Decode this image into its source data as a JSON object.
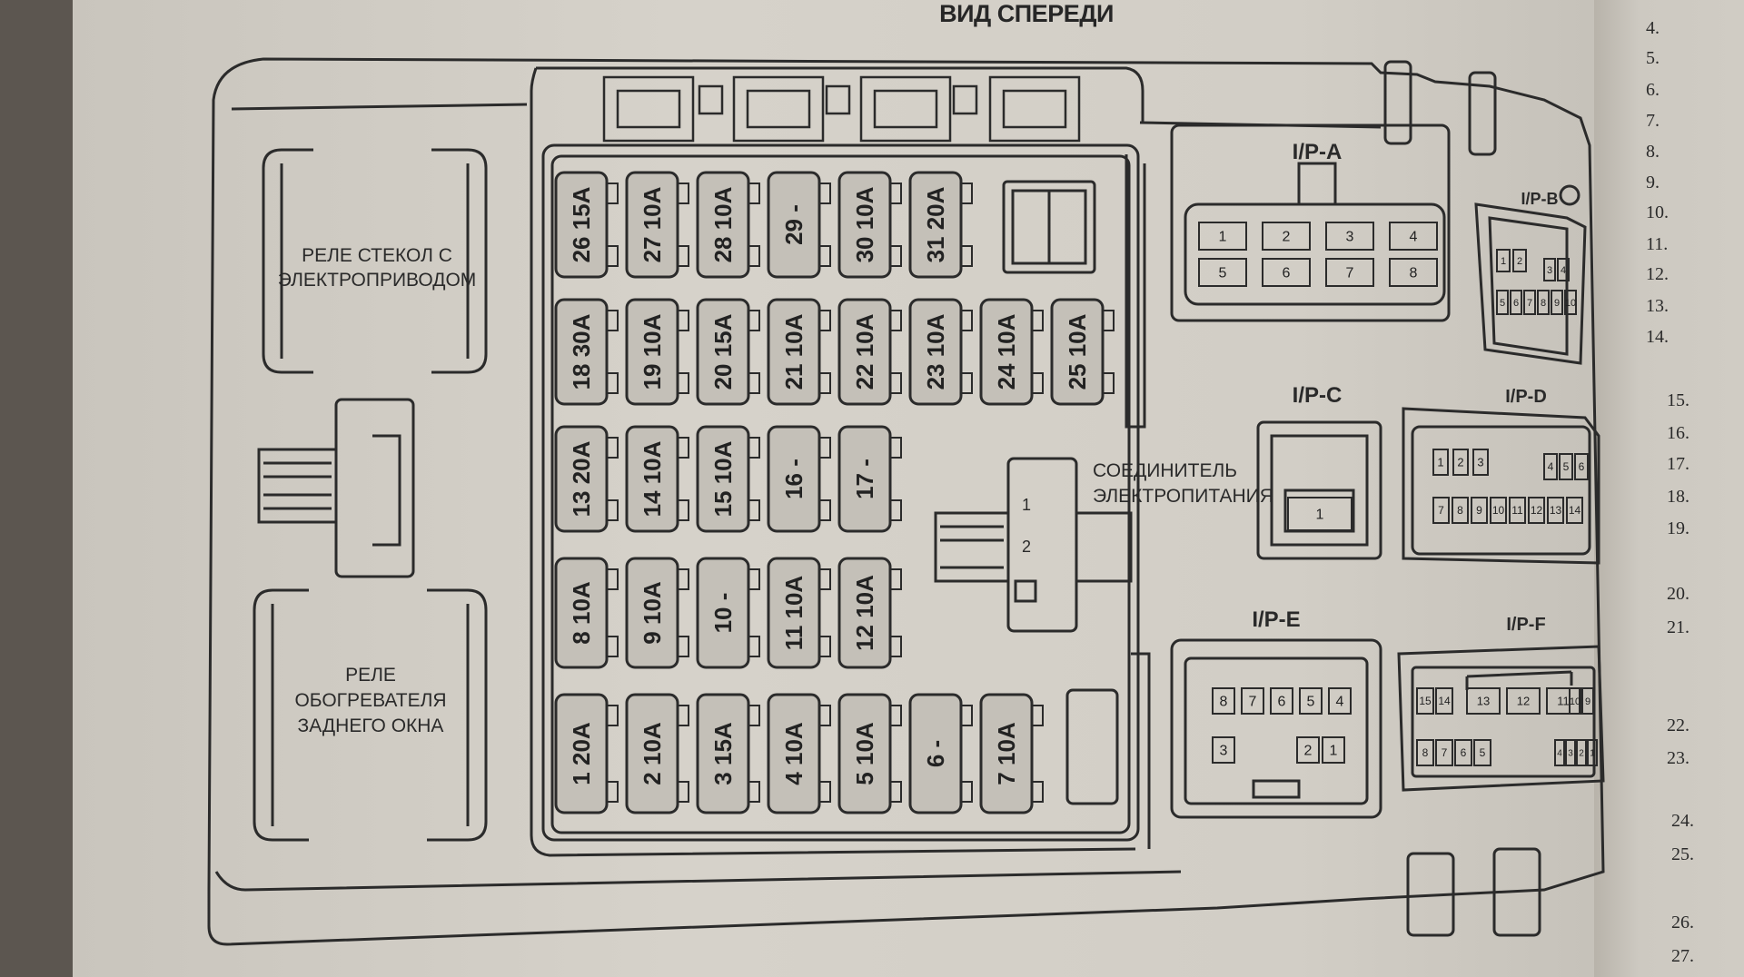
{
  "title": "ВИД СПЕРЕДИ",
  "relays": {
    "window": [
      "РЕЛЕ СТЕКОЛ С",
      "ЭЛЕКТРОПРИВОДОМ"
    ],
    "rear_heater": [
      "РЕЛЕ",
      "ОБОГРЕВАТЕЛЯ",
      "ЗАДНЕГО ОКНА"
    ]
  },
  "power_connector": {
    "label": [
      "СОЕДИНИТЕЛЬ",
      "ЭЛЕКТРОПИТАНИЯ"
    ],
    "pins": [
      "1",
      "2"
    ]
  },
  "fuses": {
    "row1": [
      {
        "num": "26",
        "rating": "15A"
      },
      {
        "num": "27",
        "rating": "10A"
      },
      {
        "num": "28",
        "rating": "10A"
      },
      {
        "num": "29",
        "rating": "-"
      },
      {
        "num": "30",
        "rating": "10A"
      },
      {
        "num": "31",
        "rating": "20A"
      }
    ],
    "row2": [
      {
        "num": "18",
        "rating": "30A"
      },
      {
        "num": "19",
        "rating": "10A"
      },
      {
        "num": "20",
        "rating": "15A"
      },
      {
        "num": "21",
        "rating": "10A"
      },
      {
        "num": "22",
        "rating": "10A"
      },
      {
        "num": "23",
        "rating": "10A"
      },
      {
        "num": "24",
        "rating": "10A"
      },
      {
        "num": "25",
        "rating": "10A"
      }
    ],
    "row3": [
      {
        "num": "13",
        "rating": "20A"
      },
      {
        "num": "14",
        "rating": "10A"
      },
      {
        "num": "15",
        "rating": "10A"
      },
      {
        "num": "16",
        "rating": "-"
      },
      {
        "num": "17",
        "rating": "-"
      }
    ],
    "row4": [
      {
        "num": "8",
        "rating": "10A"
      },
      {
        "num": "9",
        "rating": "10A"
      },
      {
        "num": "10",
        "rating": "-"
      },
      {
        "num": "11",
        "rating": "10A"
      },
      {
        "num": "12",
        "rating": "10A"
      }
    ],
    "row5": [
      {
        "num": "1",
        "rating": "20A"
      },
      {
        "num": "2",
        "rating": "10A"
      },
      {
        "num": "3",
        "rating": "15A"
      },
      {
        "num": "4",
        "rating": "10A"
      },
      {
        "num": "5",
        "rating": "10A"
      },
      {
        "num": "6",
        "rating": "-"
      },
      {
        "num": "7",
        "rating": "10A"
      }
    ]
  },
  "connectors": {
    "ipa": {
      "label": "I/P-A",
      "pins_top": [
        "1",
        "2",
        "3",
        "4"
      ],
      "pins_bottom": [
        "5",
        "6",
        "7",
        "8"
      ]
    },
    "ipb": {
      "label": "I/P-B",
      "pins_top": [
        "1",
        "2",
        "3",
        "4"
      ],
      "pins_bottom": [
        "5",
        "6",
        "7",
        "8",
        "9",
        "10"
      ]
    },
    "ipc": {
      "label": "I/P-C",
      "pins": [
        "1"
      ]
    },
    "ipd": {
      "label": "I/P-D",
      "pins_top": [
        "1",
        "2",
        "3",
        "4",
        "5",
        "6"
      ],
      "pins_bottom": [
        "7",
        "8",
        "9",
        "10",
        "11",
        "12",
        "13",
        "14"
      ]
    },
    "ipe": {
      "label": "I/P-E",
      "pins_top": [
        "8",
        "7",
        "6",
        "5",
        "4"
      ],
      "pins_bottom": [
        "3",
        "2",
        "1"
      ]
    },
    "ipf": {
      "label": "I/P-F",
      "pins_top": [
        "15",
        "14",
        "13",
        "12",
        "11",
        "10",
        "9"
      ],
      "pins_bottom": [
        "8",
        "7",
        "6",
        "5",
        "4",
        "3",
        "2",
        "1"
      ]
    }
  },
  "margin_numbers": [
    "4.",
    "5.",
    "6.",
    "7.",
    "8.",
    "9.",
    "10.",
    "11.",
    "12.",
    "13.",
    "14.",
    "15.",
    "16.",
    "17.",
    "18.",
    "19.",
    "20.",
    "21.",
    "22.",
    "23.",
    "24.",
    "25.",
    "26.",
    "27."
  ]
}
